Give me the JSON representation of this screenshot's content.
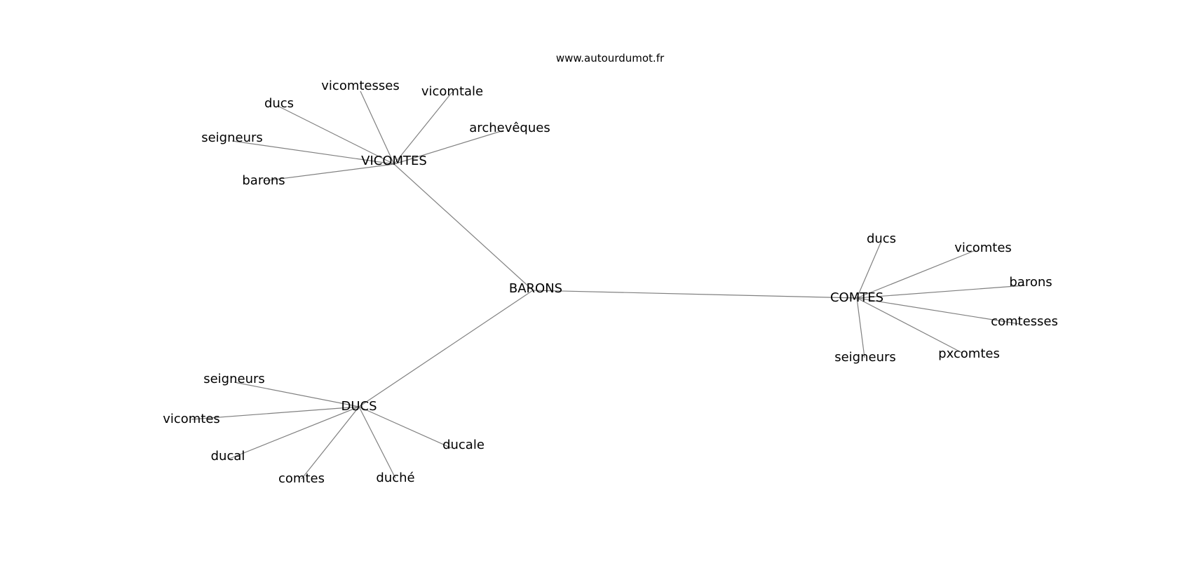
{
  "credit": "www.autourdumot.fr",
  "graph": {
    "center": "BARONS",
    "hubs": [
      "VICOMTES",
      "COMTES",
      "DUCS"
    ],
    "nodes": [
      {
        "id": "BARONS",
        "label": "BARONS"
      },
      {
        "id": "VICOMTES",
        "label": "VICOMTES"
      },
      {
        "id": "COMTES",
        "label": "COMTES"
      },
      {
        "id": "DUCS",
        "label": "DUCS"
      },
      {
        "id": "v-vicomtesses",
        "label": "vicomtesses"
      },
      {
        "id": "v-vicomtale",
        "label": "vicomtale"
      },
      {
        "id": "v-ducs",
        "label": "ducs"
      },
      {
        "id": "v-archeveques",
        "label": "archevêques"
      },
      {
        "id": "v-seigneurs",
        "label": "seigneurs"
      },
      {
        "id": "v-barons",
        "label": "barons"
      },
      {
        "id": "c-ducs",
        "label": "ducs"
      },
      {
        "id": "c-vicomtes",
        "label": "vicomtes"
      },
      {
        "id": "c-barons",
        "label": "barons"
      },
      {
        "id": "c-comtesses",
        "label": "comtesses"
      },
      {
        "id": "c-pxcomtes",
        "label": "pxcomtes"
      },
      {
        "id": "c-seigneurs",
        "label": "seigneurs"
      },
      {
        "id": "d-seigneurs",
        "label": "seigneurs"
      },
      {
        "id": "d-vicomtes",
        "label": "vicomtes"
      },
      {
        "id": "d-ducal",
        "label": "ducal"
      },
      {
        "id": "d-ducale",
        "label": "ducale"
      },
      {
        "id": "d-comtes",
        "label": "comtes"
      },
      {
        "id": "d-duche",
        "label": "duché"
      }
    ],
    "edges": [
      [
        "BARONS",
        "VICOMTES"
      ],
      [
        "BARONS",
        "COMTES"
      ],
      [
        "BARONS",
        "DUCS"
      ],
      [
        "VICOMTES",
        "v-vicomtesses"
      ],
      [
        "VICOMTES",
        "v-vicomtale"
      ],
      [
        "VICOMTES",
        "v-ducs"
      ],
      [
        "VICOMTES",
        "v-archeveques"
      ],
      [
        "VICOMTES",
        "v-seigneurs"
      ],
      [
        "VICOMTES",
        "v-barons"
      ],
      [
        "COMTES",
        "c-ducs"
      ],
      [
        "COMTES",
        "c-vicomtes"
      ],
      [
        "COMTES",
        "c-barons"
      ],
      [
        "COMTES",
        "c-comtesses"
      ],
      [
        "COMTES",
        "c-pxcomtes"
      ],
      [
        "COMTES",
        "c-seigneurs"
      ],
      [
        "DUCS",
        "d-seigneurs"
      ],
      [
        "DUCS",
        "d-vicomtes"
      ],
      [
        "DUCS",
        "d-ducal"
      ],
      [
        "DUCS",
        "d-ducale"
      ],
      [
        "DUCS",
        "d-comtes"
      ],
      [
        "DUCS",
        "d-duche"
      ]
    ]
  }
}
